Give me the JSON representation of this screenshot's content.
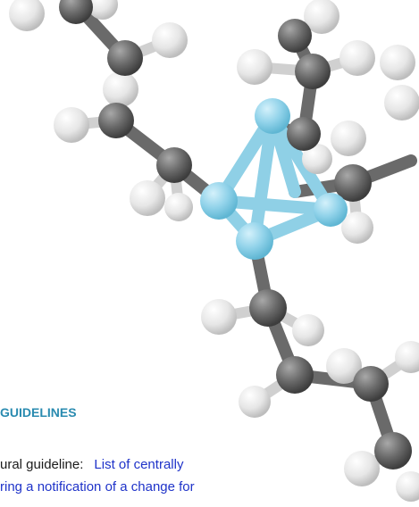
{
  "section": {
    "heading": "GUIDELINES"
  },
  "paragraph": {
    "line1_prefix": "ural guideline:",
    "line1_link": "List of centrally",
    "line2_link": "ring a notification of a change for"
  },
  "colors": {
    "carbon": "#5a5a5a",
    "hydrogen": "#ededed",
    "aluminium": "#8fd0e6",
    "heading": "#2a8bb0",
    "link": "#1f33c9"
  }
}
